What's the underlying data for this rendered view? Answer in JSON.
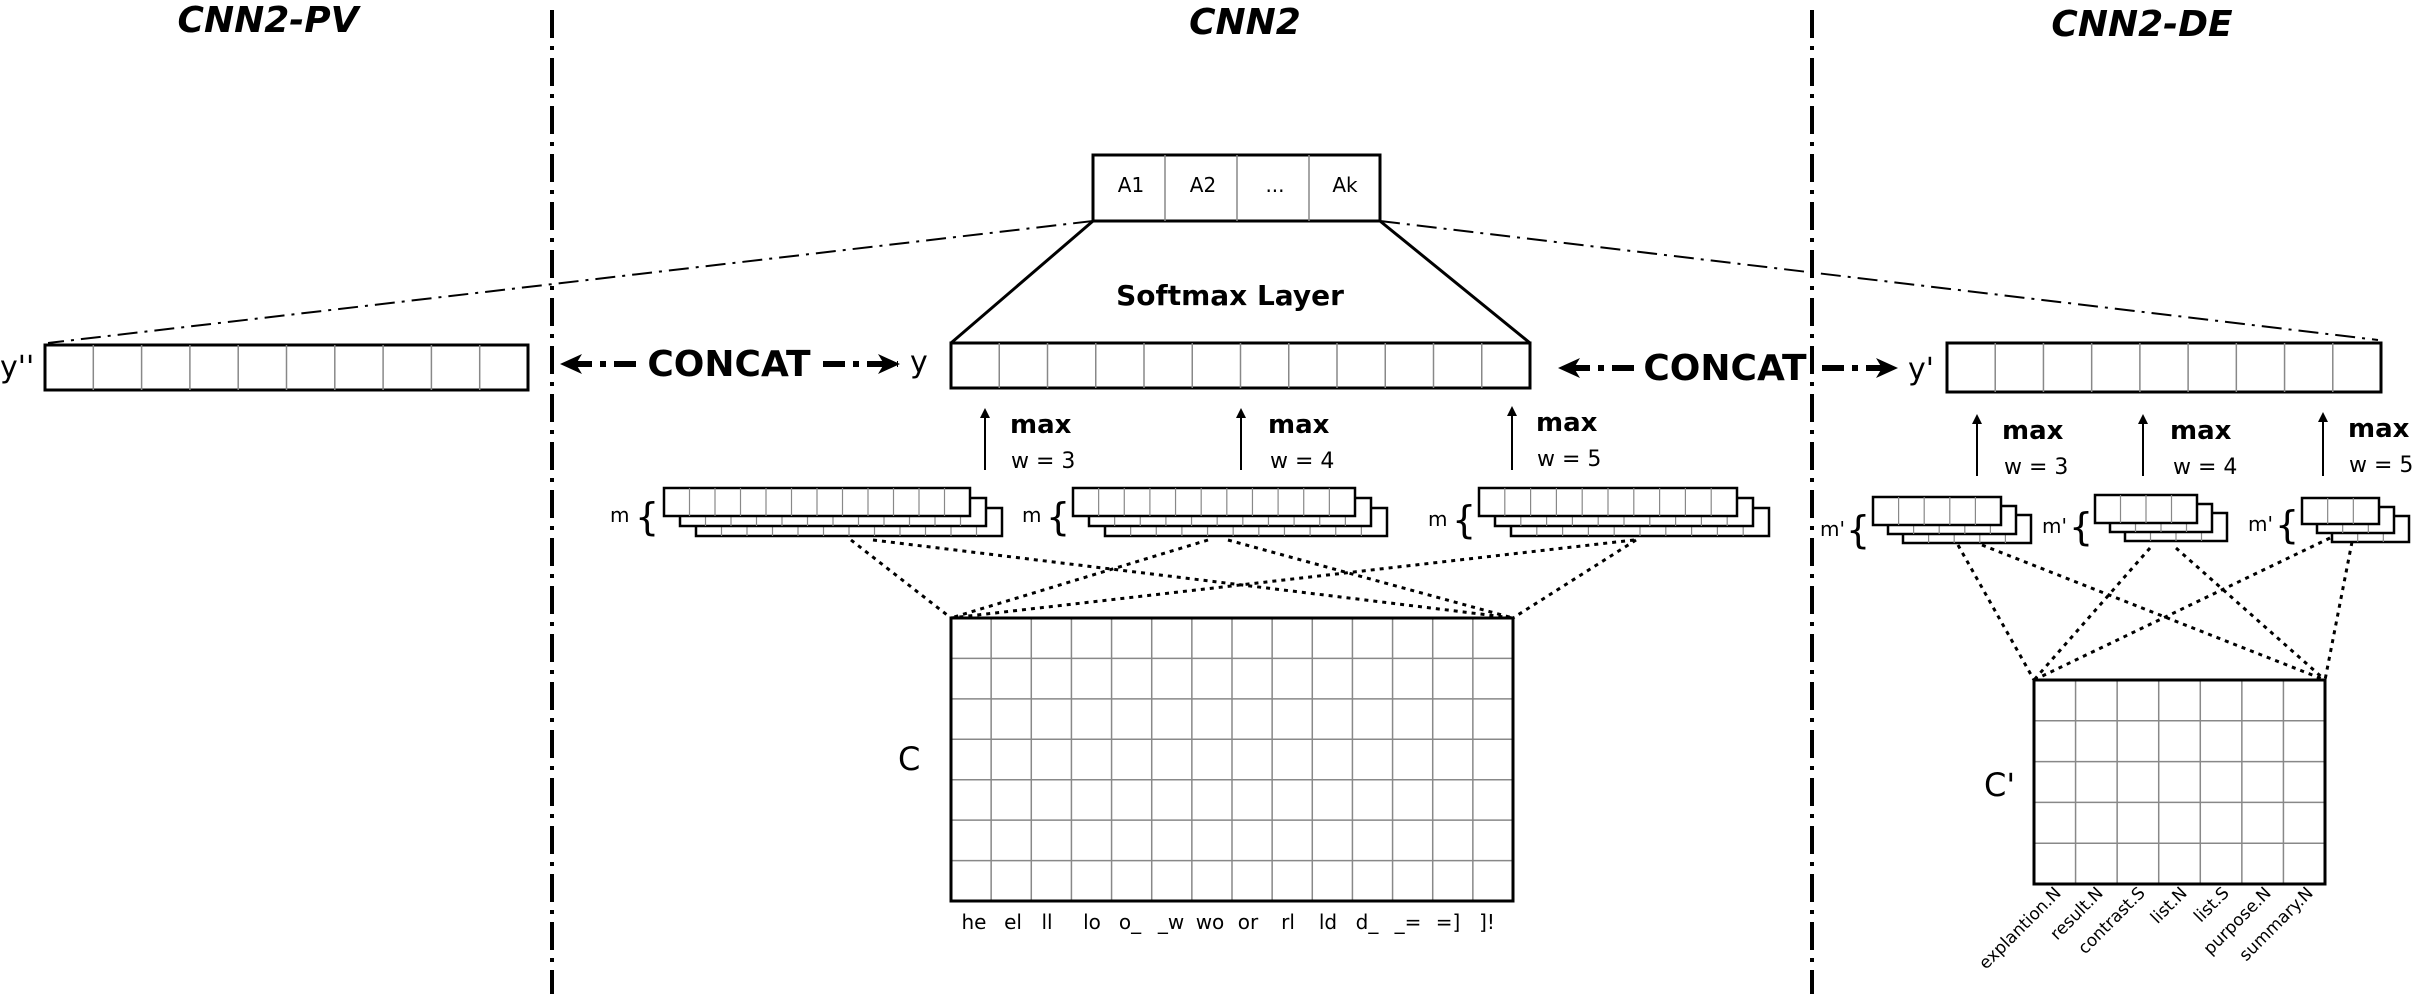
{
  "sections": {
    "left_title": "CNN2-PV",
    "center_title": "CNN2",
    "right_title": "CNN2-DE"
  },
  "attention": [
    "A1",
    "A2",
    "...",
    "Ak"
  ],
  "softmax_label": "Softmax Layer",
  "concat_label": "CONCAT",
  "vectors": {
    "y": "y",
    "y_prime": "y'",
    "y_double_prime": "y''"
  },
  "pooling": {
    "max": "max",
    "windows": [
      "w = 3",
      "w = 4",
      "w = 5"
    ],
    "m": "m",
    "m_prime": "m'"
  },
  "matrices": {
    "c": "C",
    "c_prime": "C'"
  },
  "char_tokens": [
    "he",
    "el",
    "ll",
    "lo",
    "o_",
    "_w",
    "wo",
    "or",
    "rl",
    "ld",
    "d_",
    "_=",
    "=]",
    "]!"
  ],
  "de_tokens": [
    "explantion.N",
    "result.N",
    "contrast.S",
    "list.N",
    "list.S",
    "purpose.N",
    "summary.N"
  ],
  "colors": {
    "stroke": "#000000",
    "grid": "#888888",
    "background": "#ffffff"
  }
}
